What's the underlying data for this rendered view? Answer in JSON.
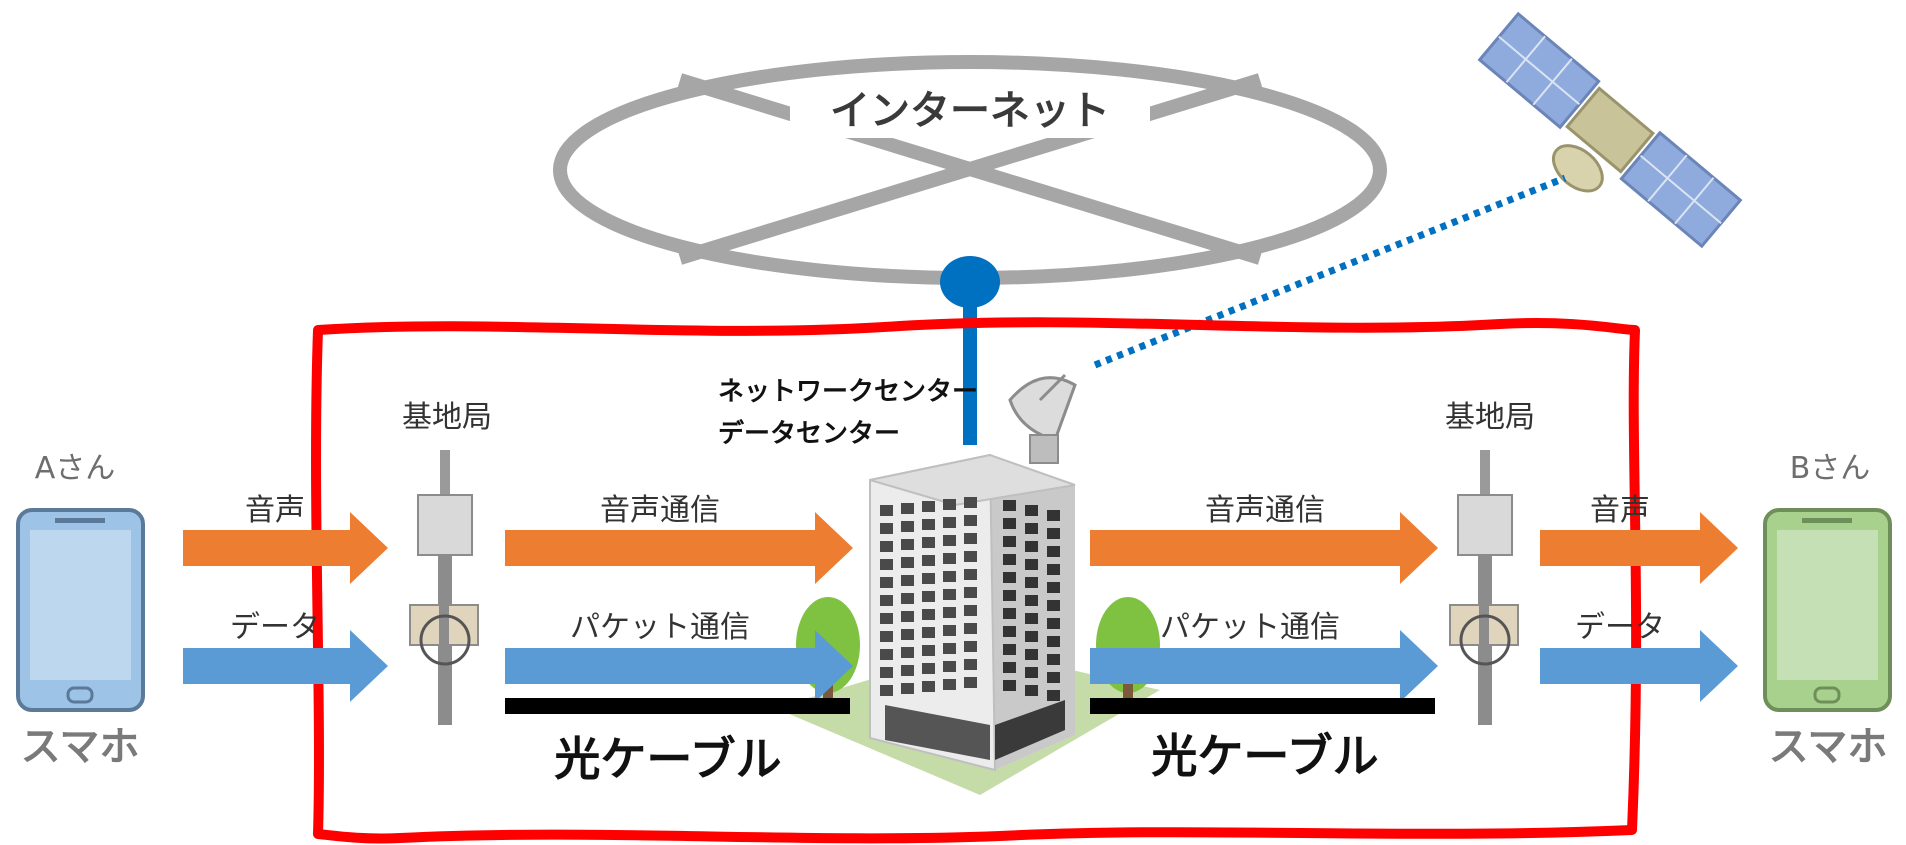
{
  "internet": {
    "label": "インターネット"
  },
  "center": {
    "line1": "ネットワークセンター",
    "line2": "データセンター"
  },
  "left": {
    "person": "Aさん",
    "device": "スマホ",
    "voice": "音声",
    "data": "データ",
    "base_station": "基地局",
    "voice_comm": "音声通信",
    "packet_comm": "パケット通信",
    "cable": "光ケーブル"
  },
  "right": {
    "person": "Bさん",
    "device": "スマホ",
    "voice": "音声",
    "data": "データ",
    "base_station": "基地局",
    "voice_comm": "音声通信",
    "packet_comm": "パケット通信",
    "cable": "光ケーブル"
  },
  "colors": {
    "voice_arrow": "#ed7d31",
    "data_arrow": "#5b9bd5",
    "highlight_frame": "#ff0000",
    "left_phone": "#9dc3e6",
    "right_phone": "#a9d18e",
    "internet_ring": "#a6a6a6",
    "connector": "#0070c0"
  }
}
